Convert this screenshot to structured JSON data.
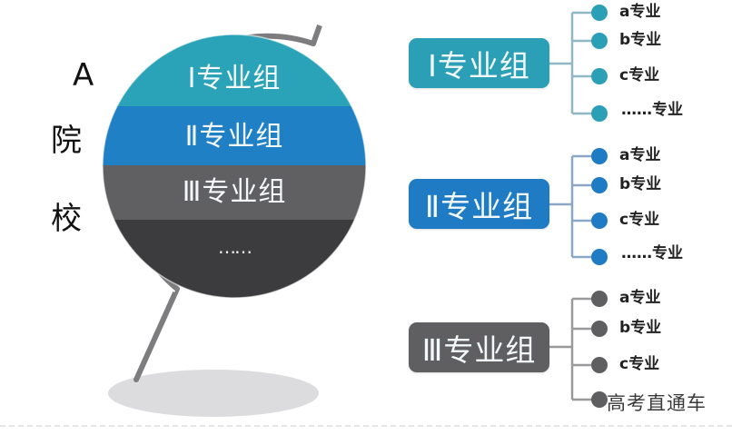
{
  "school": {
    "label_chars": [
      "A",
      "院",
      "校"
    ]
  },
  "globe": {
    "bands": [
      {
        "label": "Ⅰ专业组",
        "color": "#2aa3b9"
      },
      {
        "label": "Ⅱ专业组",
        "color": "#2080c6"
      },
      {
        "label": "Ⅲ专业组",
        "color": "#606062"
      },
      {
        "label": "……",
        "color": "#3c3c3e"
      }
    ],
    "ring_color": "#7d7d7f",
    "shadow_color": "#dcdcde"
  },
  "groups": [
    {
      "label": "Ⅰ专业组",
      "color": "#2a9fb5",
      "majors": [
        "a专业",
        "b专业",
        "c专业",
        "……专业"
      ]
    },
    {
      "label": "Ⅱ专业组",
      "color": "#1f7cc4",
      "majors": [
        "a专业",
        "b专业",
        "c专业",
        "……专业"
      ]
    },
    {
      "label": "Ⅲ专业组",
      "color": "#5f5f61",
      "majors": [
        "a专业",
        "b专业",
        "c专业"
      ]
    }
  ],
  "watermark": "高考直通车"
}
